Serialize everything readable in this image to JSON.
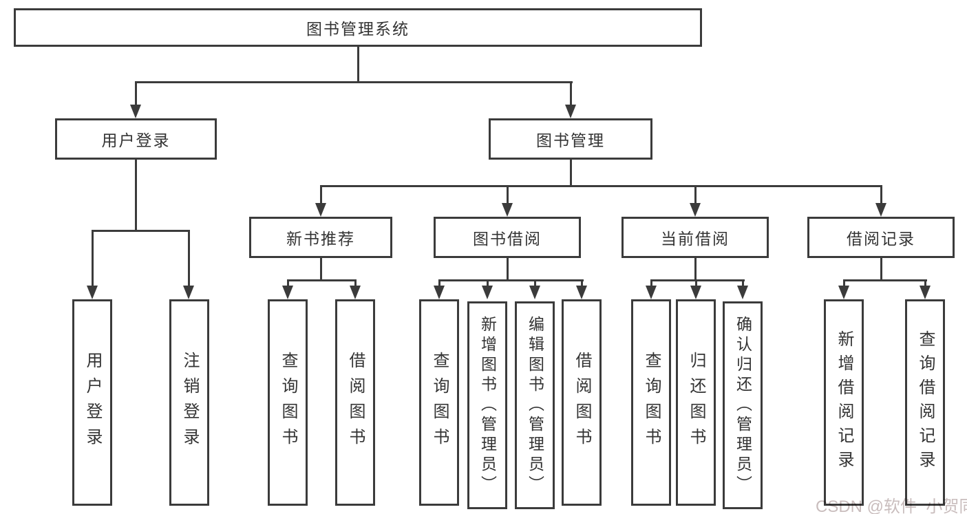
{
  "tree": {
    "label": "图书管理系统",
    "children": [
      {
        "label": "用户登录",
        "children": [
          {
            "label": "用户登录"
          },
          {
            "label": "注销登录"
          }
        ]
      },
      {
        "label": "图书管理",
        "children": [
          {
            "label": "新书推荐",
            "children": [
              {
                "label": "查询图书"
              },
              {
                "label": "借阅图书"
              }
            ]
          },
          {
            "label": "图书借阅",
            "children": [
              {
                "label": "查询图书"
              },
              {
                "label": "新增图书（管理员）"
              },
              {
                "label": "编辑图书（管理员）"
              },
              {
                "label": "借阅图书"
              }
            ]
          },
          {
            "label": "当前借阅",
            "children": [
              {
                "label": "查询图书"
              },
              {
                "label": "归还图书"
              },
              {
                "label": "确认归还（管理员）"
              }
            ]
          },
          {
            "label": "借阅记录",
            "children": [
              {
                "label": "新增借阅记录"
              },
              {
                "label": "查询借阅记录"
              }
            ]
          }
        ]
      }
    ]
  },
  "watermark": {
    "text": "CSDN @软件_小贺同学"
  },
  "colors": {
    "line": "#3b3b3b",
    "text": "#333333",
    "watermark": "#c9bdbd",
    "background": "#ffffff"
  }
}
